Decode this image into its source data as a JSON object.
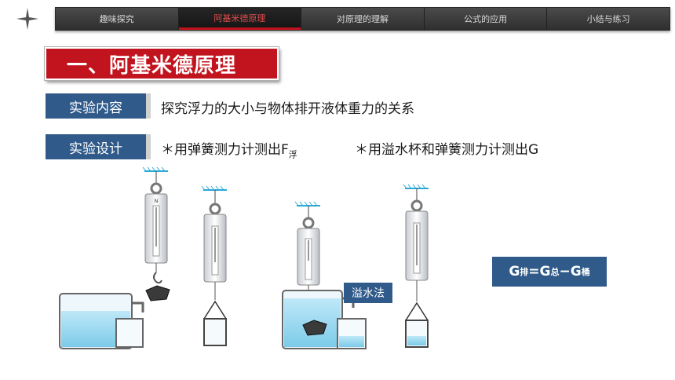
{
  "nav": {
    "tabs": [
      {
        "label": "趣味探究"
      },
      {
        "label": "阿基米德原理"
      },
      {
        "label": "对原理的理解"
      },
      {
        "label": "公式的应用"
      },
      {
        "label": "小结与练习"
      }
    ],
    "active_index": 1
  },
  "section_title": "一、阿基米德原理",
  "experiment": {
    "content_label": "实验内容",
    "content_text": "探究浮力的大小与物体排开液体重力的关系",
    "design_label": "实验设计",
    "design_text1_main": "＊用弹簧测力计测出F",
    "design_text1_sub": "浮",
    "design_text2": "＊用溢水杯和弹簧测力计测出G"
  },
  "figure": {
    "overflow_method_label": "溢水法",
    "dial_letter": "N"
  },
  "formula": {
    "g1": "G",
    "s1": "排",
    "eq": "=G",
    "s2": "总",
    "minus": "−G",
    "s3": "桶"
  },
  "colors": {
    "accent_red": "#c2141e",
    "label_blue": "#2f5a8a",
    "water_blue": "#8fd3f0"
  }
}
